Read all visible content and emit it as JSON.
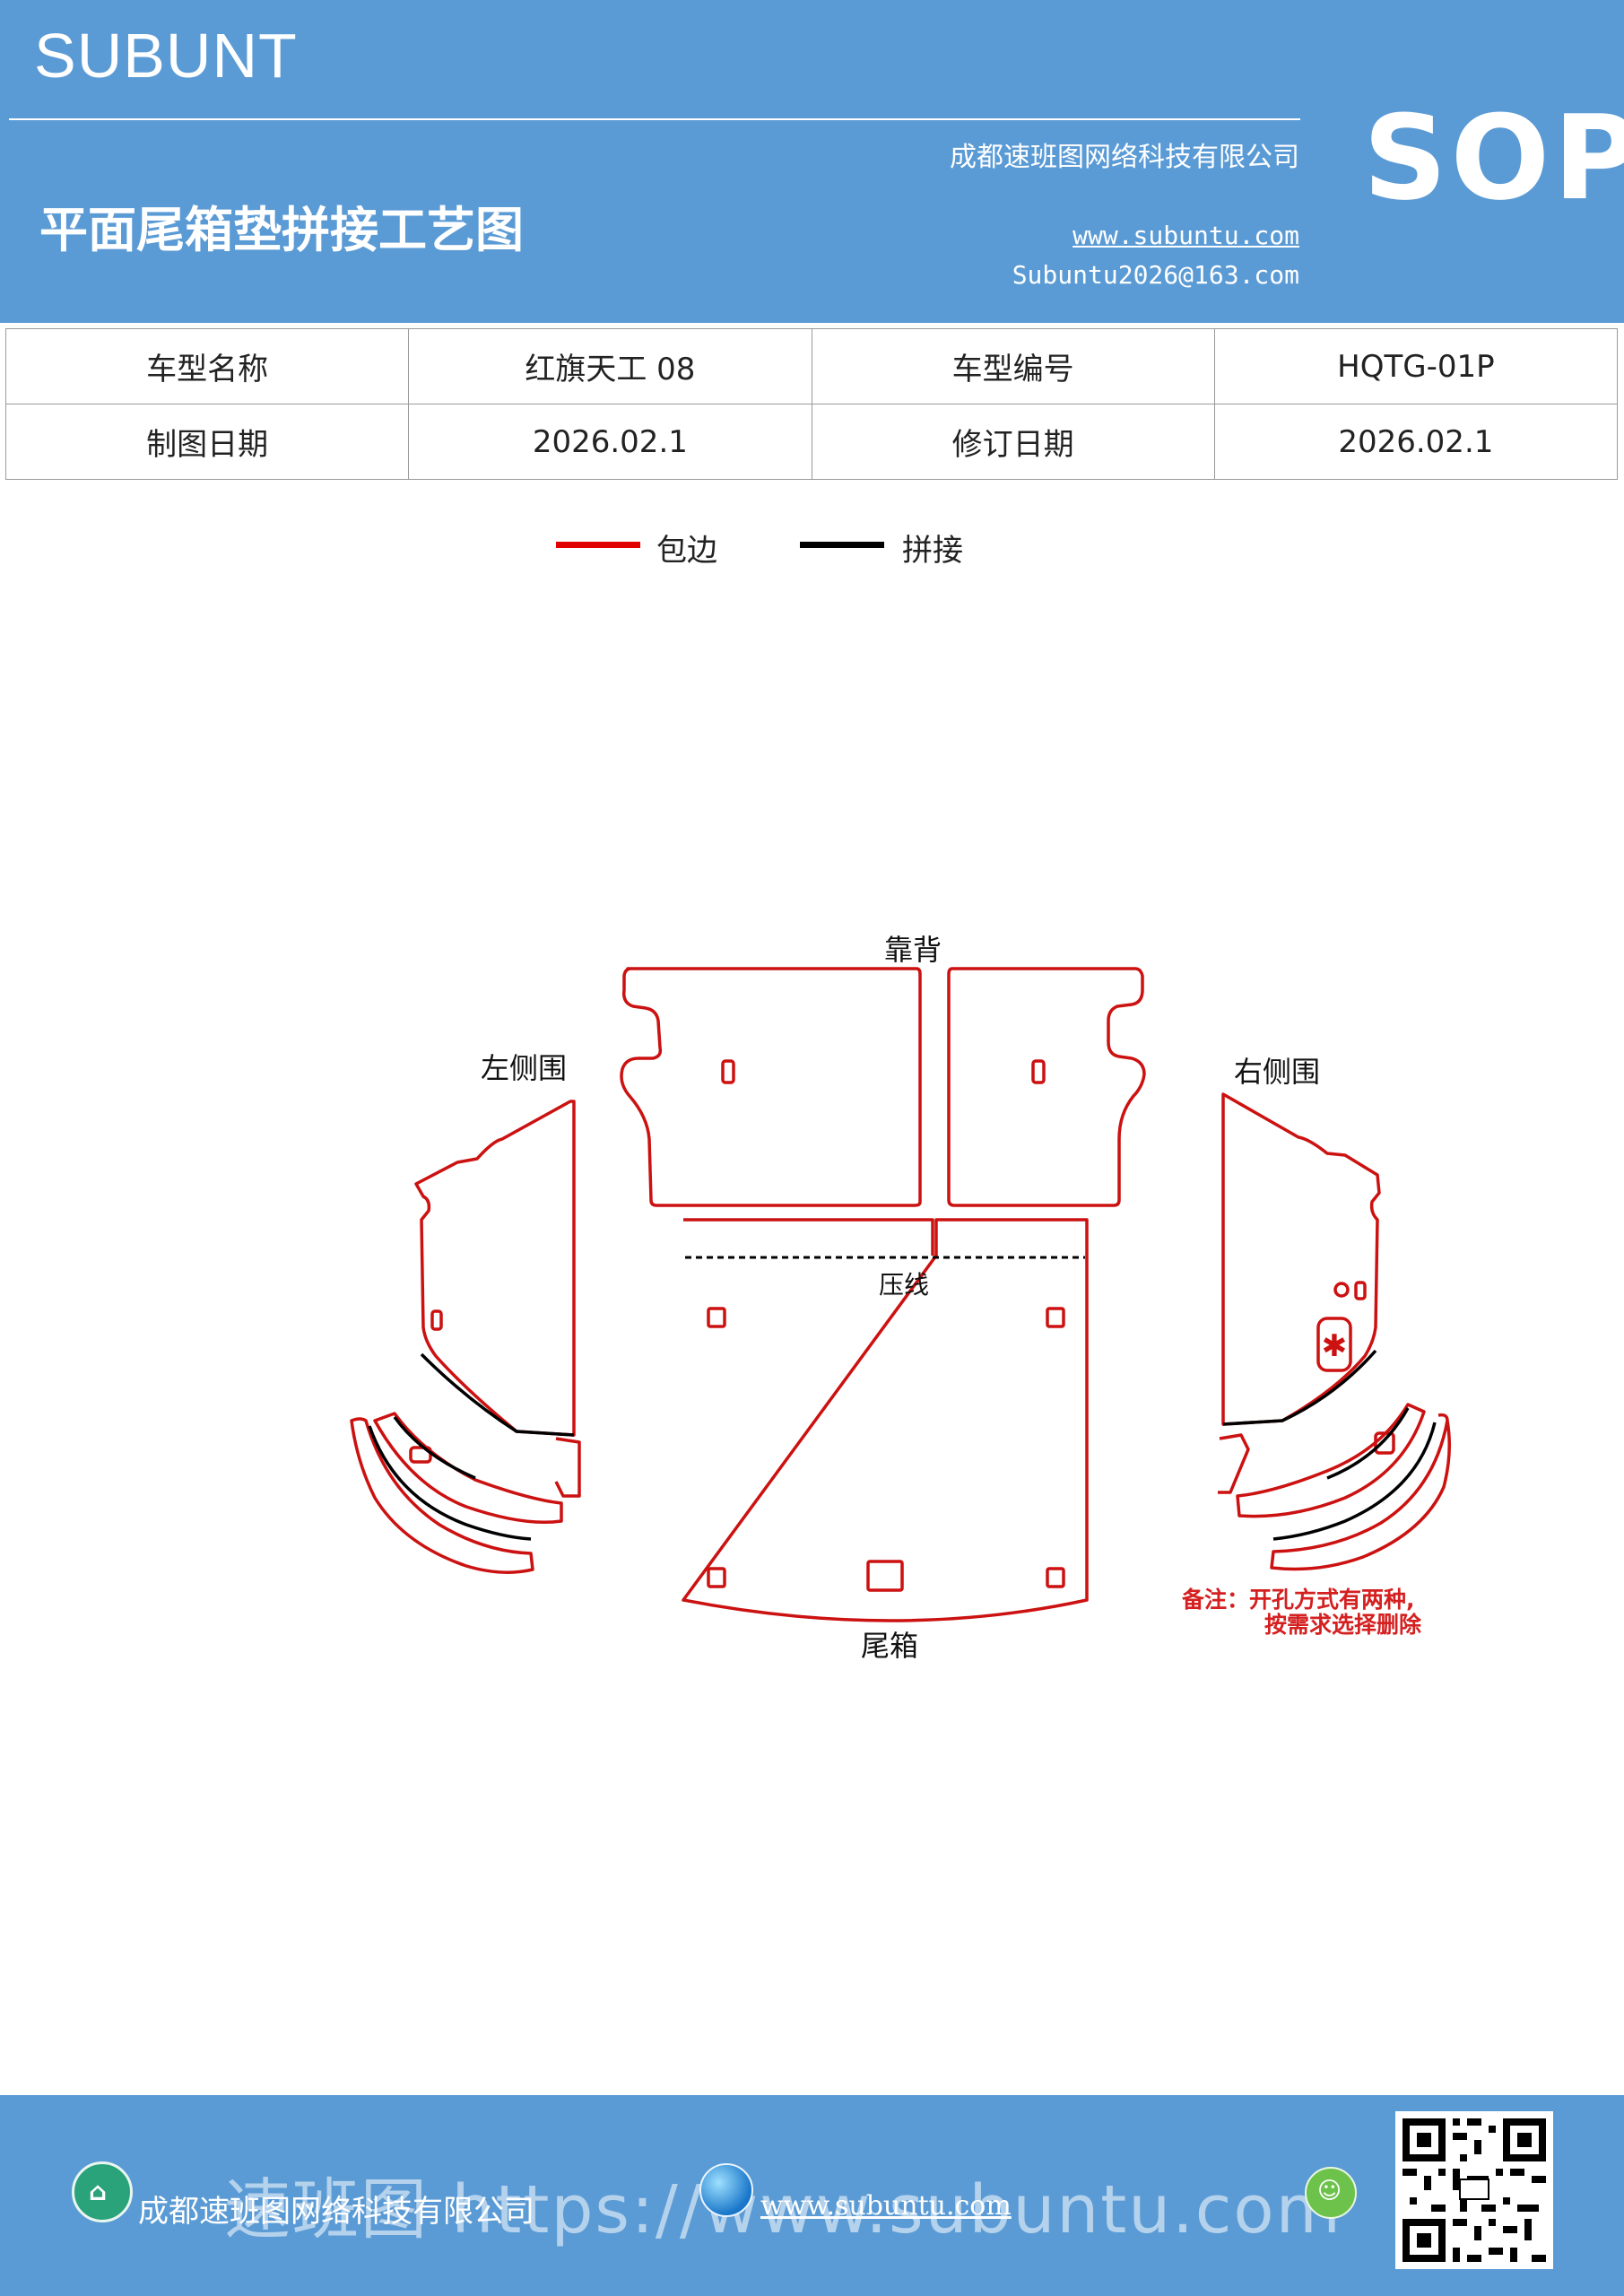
{
  "header": {
    "brand": "SUBUNT",
    "title": "平面尾箱垫拼接工艺图",
    "company": "成都速班图网络科技有限公司",
    "website": "www.subuntu.com",
    "email": "Subuntu2026@163.com",
    "badge": "SOP"
  },
  "info_table": {
    "rows": [
      [
        "车型名称",
        "红旗天工 08",
        "车型编号",
        "HQTG-01P"
      ],
      [
        "制图日期",
        "2026.02.1",
        "修订日期",
        "2026.02.1"
      ]
    ]
  },
  "legend": [
    {
      "label": "包边",
      "color": "#e00000"
    },
    {
      "label": "拼接",
      "color": "#000000"
    }
  ],
  "diagram": {
    "labels": {
      "backrest": "靠背",
      "left_side": "左侧围",
      "right_side": "右侧围",
      "crease": "压线",
      "trunk": "尾箱"
    },
    "note_line1": "备注：开孔方式有两种,",
    "note_line2": "按需求选择删除",
    "edge_color": "#cc1111",
    "seam_color": "#000000",
    "note_color": "#d42020"
  },
  "footer": {
    "company": "成都速班图网络科技有限公司",
    "website": "www.subuntu.com",
    "watermark": "速班图 https://www.subuntu.com"
  },
  "colors": {
    "header_bg": "#5b9bd5",
    "footer_bg": "#5b9bd5"
  }
}
